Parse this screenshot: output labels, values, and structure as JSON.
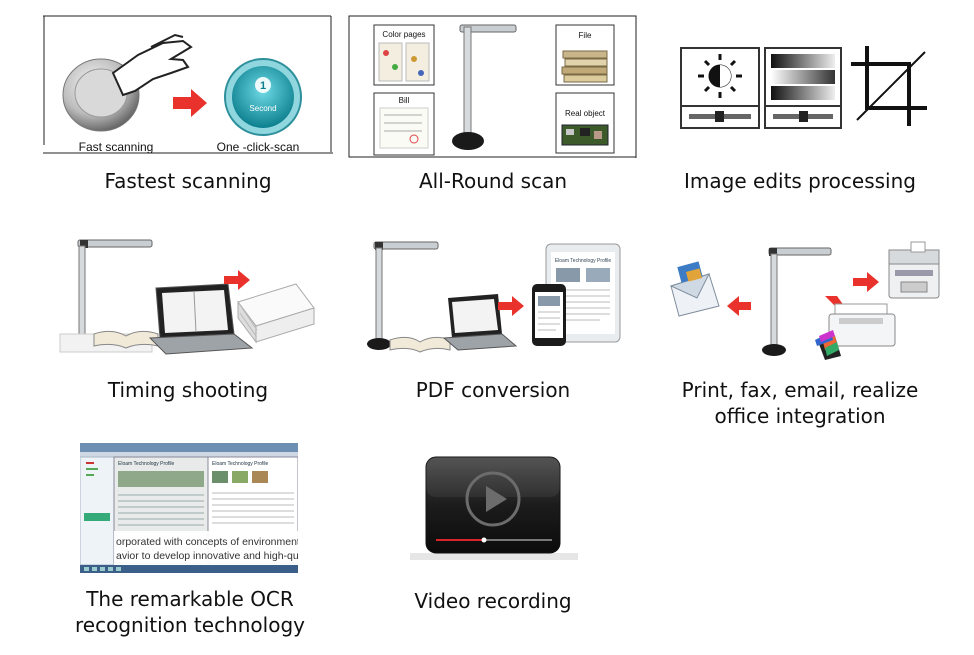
{
  "features": [
    {
      "caption": "Fastest scanning",
      "image_labels": {
        "left": "Fast scanning",
        "right": "One -click-scan",
        "dial_number": "1",
        "dial_unit": "Second"
      }
    },
    {
      "caption": "All-Round scan",
      "image_labels": {
        "top_left": "Color pages",
        "bottom_left": "Bill",
        "top_right": "File",
        "bottom_right": "Real object"
      }
    },
    {
      "caption": "Image edits processing"
    },
    {
      "caption": "Timing shooting"
    },
    {
      "caption": "PDF conversion",
      "image_labels": {
        "tablet_heading": "Eloam Technology Profile"
      }
    },
    {
      "caption_lines": [
        "Print, fax, email, realize",
        "office integration"
      ]
    },
    {
      "caption_lines": [
        "The remarkable OCR",
        "recognition technology"
      ],
      "image_labels": {
        "pane_left_title": "Eloam Technology Profile",
        "pane_right_title": "Eloam Technology Profile",
        "text_line_1": "orporated with concepts of environmental pre",
        "text_line_2": "avior to develop innovative and high-quality p"
      }
    },
    {
      "caption": "Video recording"
    }
  ],
  "colors": {
    "arrow_red": "#e8322b",
    "dial_teal": "#1aa7b7",
    "scanner_silver": "#c9ced3",
    "scanner_base": "#1a1a1a",
    "video_bar": "#d9252a"
  },
  "icons": [
    "hand-pointer-icon",
    "arrow-right-icon",
    "timer-dial-icon",
    "brightness-icon",
    "gradient-icon",
    "crop-icon",
    "play-icon"
  ]
}
